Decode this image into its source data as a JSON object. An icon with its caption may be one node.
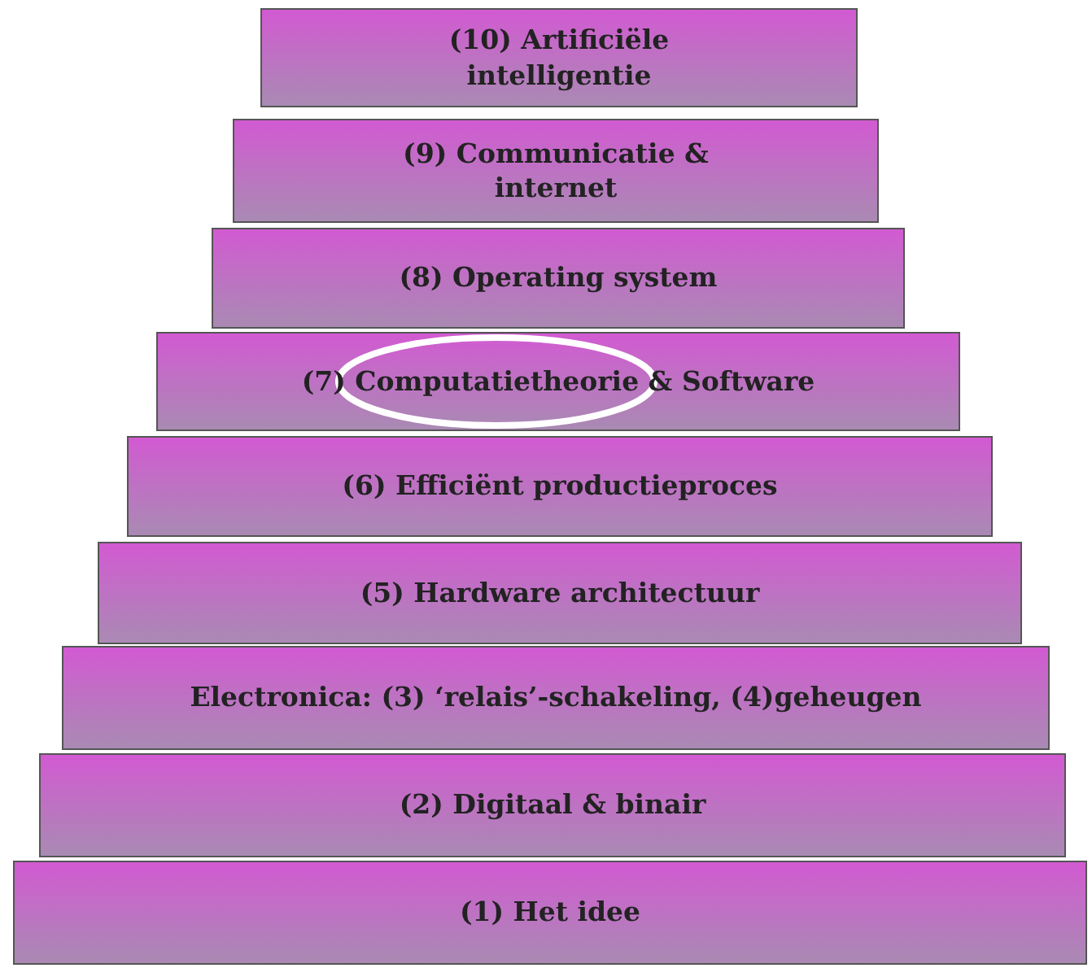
{
  "diagram": {
    "nodes": [
      {
        "text": [
          "(10) Artificiële intelligentie"
        ]
      },
      {
        "text": [
          "(9) Communicatie & internet"
        ]
      },
      {
        "text": [
          "(8) Operating system"
        ]
      },
      {
        "text": [
          "(7) Computatietheorie & Software"
        ]
      },
      {
        "text": [
          "(6) Efficiënt productieproces"
        ]
      },
      {
        "text": [
          "(5) Hardware architectuur"
        ]
      },
      {
        "text": [
          "Electronica: (3) ‘relais’-schakeling, (4)geheugen"
        ]
      },
      {
        "text": [
          "(2) Digitaal & binair"
        ]
      },
      {
        "text": [
          "(1) Het idee"
        ]
      }
    ]
  }
}
